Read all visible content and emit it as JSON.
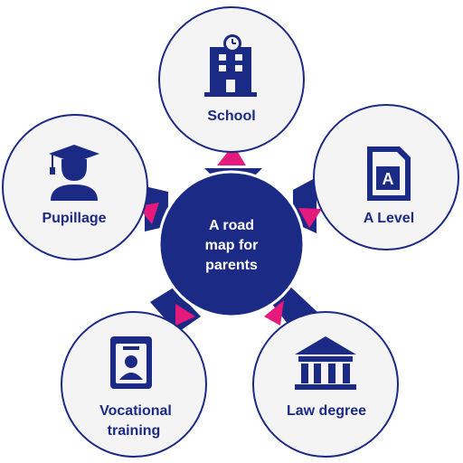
{
  "center": {
    "lines": [
      "A road",
      "map for",
      "parents"
    ]
  },
  "nodes": [
    {
      "id": "school",
      "label_lines": [
        "School"
      ],
      "icon": "building-clock-icon"
    },
    {
      "id": "a-level",
      "label_lines": [
        "A Level"
      ],
      "icon": "document-letter-a-icon"
    },
    {
      "id": "law-degree",
      "label_lines": [
        "Law degree"
      ],
      "icon": "courthouse-columns-icon"
    },
    {
      "id": "vocational-training",
      "label_lines": [
        "Vocational",
        "training"
      ],
      "icon": "id-badge-icon"
    },
    {
      "id": "pupillage",
      "label_lines": [
        "Pupillage"
      ],
      "icon": "graduate-cap-person-icon"
    }
  ],
  "colors": {
    "navy": "#1b2a85",
    "node_fill": "#f4f4f4",
    "arrow": "#e6197d",
    "text": "#1b2a85",
    "center_text": "#ffffff"
  }
}
